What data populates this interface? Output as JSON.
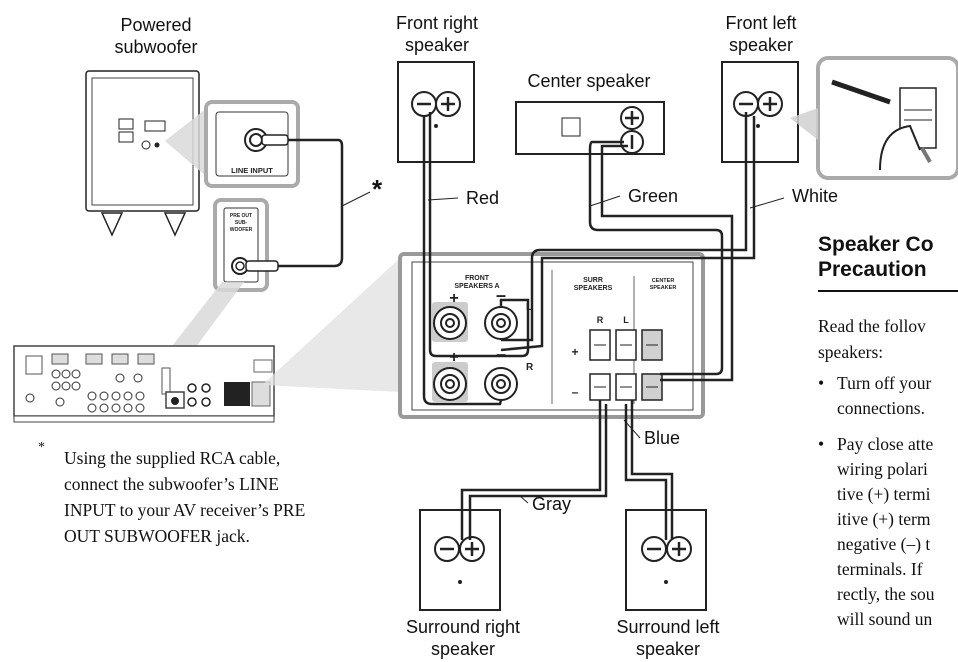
{
  "labels": {
    "subwoofer": [
      "Powered",
      "subwoofer"
    ],
    "front_right": [
      "Front right",
      "speaker"
    ],
    "center": "Center speaker",
    "front_left": [
      "Front left",
      "speaker"
    ],
    "surround_right": [
      "Surround right",
      "speaker"
    ],
    "surround_left": [
      "Surround left",
      "speaker"
    ]
  },
  "wires": {
    "red": "Red",
    "green": "Green",
    "white": "White",
    "blue": "Blue",
    "gray": "Gray",
    "asterisk": "*"
  },
  "terminals": {
    "line_input": "LINE INPUT",
    "pre_out": [
      "PRE OUT",
      "SUB-",
      "WOOFER"
    ],
    "front_speakers": [
      "FRONT",
      "SPEAKERS A"
    ],
    "surr_speakers": [
      "SURR",
      "SPEAKERS"
    ],
    "center_speaker": [
      "CENTER",
      "SPEAKER"
    ],
    "plus": "+",
    "minus": "–",
    "L": "L",
    "R": "R"
  },
  "section": {
    "heading_lines": [
      "Speaker Co",
      "Precaution"
    ],
    "intro_lines": [
      "Read the follov",
      "speakers:"
    ],
    "bullet1_lines": [
      "Turn off your",
      "connections."
    ],
    "bullet2_lines": [
      "Pay close atte",
      "wiring polari",
      "tive (+) termi",
      "itive (+) term",
      "negative (–) t",
      "terminals. If",
      "rectly, the sou",
      "will sound un"
    ],
    "bullet_symbol": "•"
  },
  "footnote": {
    "marker": "*",
    "lines": [
      "Using the supplied RCA cable,",
      "connect the subwoofer’s LINE",
      "INPUT to your AV receiver’s PRE",
      "OUT SUBWOOFER jack."
    ]
  }
}
